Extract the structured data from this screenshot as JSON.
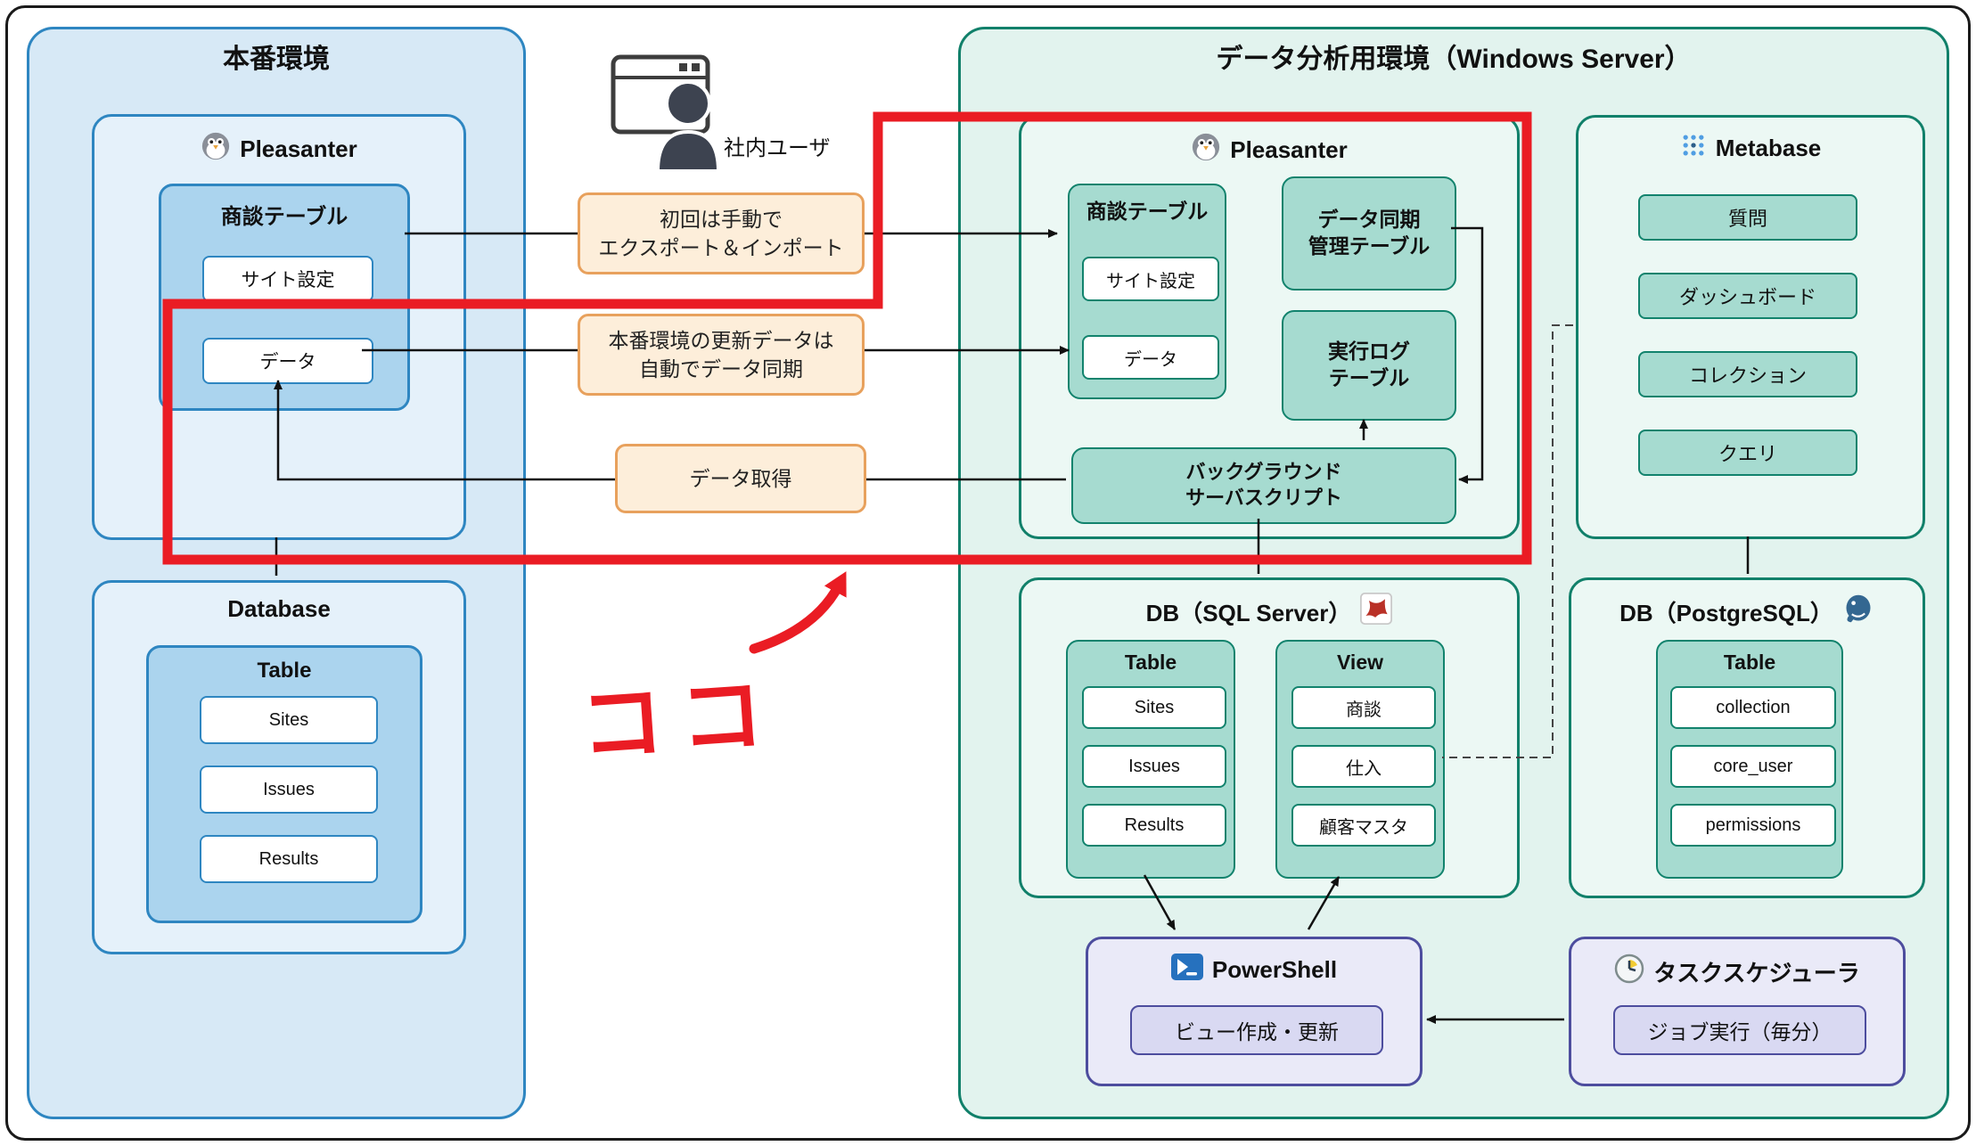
{
  "colors": {
    "blue_border": "#2e86c1",
    "blue_section_fill": "#d7e9f6",
    "blue_mid_fill": "#abd4ee",
    "teal_border": "#11806a",
    "teal_section_fill": "#e2f3ee",
    "teal_mid_fill": "#a6dbd0",
    "orange_border": "#e8a15d",
    "orange_fill": "#fdeeda",
    "purple_border": "#4d4d9e",
    "purple_fill": "#eaeaf8",
    "red_annotation": "#ea1c24"
  },
  "icons": {
    "pleasanter": "penguin-icon",
    "metabase": "dots-grid-icon",
    "sqlserver": "sqlserver-icon",
    "postgresql": "elephant-icon",
    "powershell": "powershell-icon",
    "scheduler": "clock-icon",
    "user": "person-icon",
    "browser": "browser-window-icon"
  },
  "production": {
    "title": "本番環境",
    "pleasanter": {
      "title": "Pleasanter",
      "deal_table": {
        "title": "商談テーブル",
        "items": [
          "サイト設定",
          "データ"
        ]
      }
    },
    "database": {
      "title": "Database",
      "table": {
        "title": "Table",
        "items": [
          "Sites",
          "Issues",
          "Results"
        ]
      }
    }
  },
  "middle": {
    "user_label": "社内ユーザ",
    "flow_initial": {
      "line1": "初回は手動で",
      "line2": "エクスポート＆インポート"
    },
    "flow_sync": {
      "line1": "本番環境の更新データは",
      "line2": "自動でデータ同期"
    },
    "flow_fetch": "データ取得"
  },
  "analysis": {
    "title": "データ分析用環境（Windows Server）",
    "pleasanter": {
      "title": "Pleasanter",
      "deal_table": {
        "title": "商談テーブル",
        "items": [
          "サイト設定",
          "データ"
        ]
      },
      "sync_table": {
        "line1": "データ同期",
        "line2": "管理テーブル"
      },
      "log_table": {
        "line1": "実行ログ",
        "line2": "テーブル"
      },
      "bg_script": {
        "line1": "バックグラウンド",
        "line2": "サーバスクリプト"
      }
    },
    "metabase": {
      "title": "Metabase",
      "items": [
        "質問",
        "ダッシュボード",
        "コレクション",
        "クエリ"
      ]
    },
    "sqlserver": {
      "title": "DB（SQL Server）",
      "table": {
        "title": "Table",
        "items": [
          "Sites",
          "Issues",
          "Results"
        ]
      },
      "view": {
        "title": "View",
        "items": [
          "商談",
          "仕入",
          "顧客マスタ"
        ]
      }
    },
    "postgres": {
      "title": "DB（PostgreSQL）",
      "table": {
        "title": "Table",
        "items": [
          "collection",
          "core_user",
          "permissions"
        ]
      }
    },
    "powershell": {
      "title": "PowerShell",
      "button": "ビュー作成・更新"
    },
    "scheduler": {
      "title": "タスクスケジューラ",
      "button": "ジョブ実行（毎分）"
    }
  },
  "annotation": {
    "koko": "ココ"
  }
}
